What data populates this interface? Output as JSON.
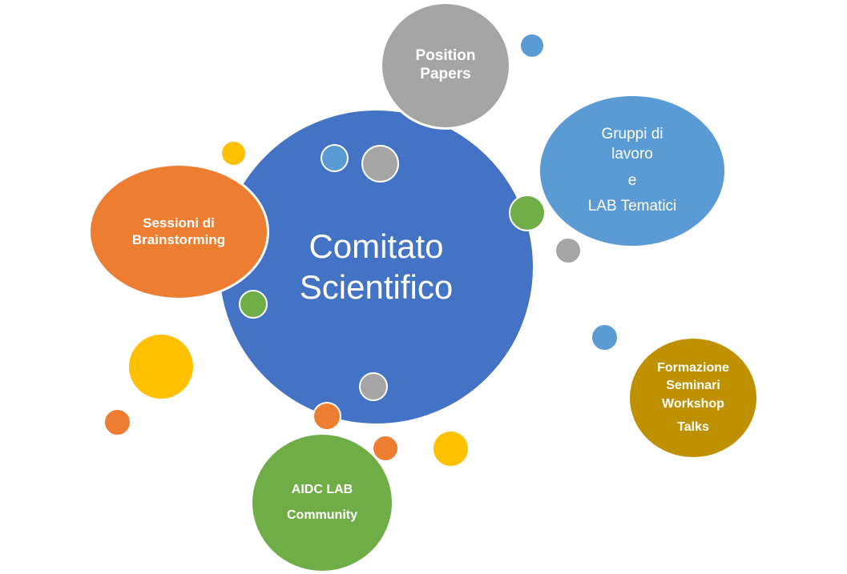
{
  "colors": {
    "main": "#4472C4",
    "gray": "#A5A5A5",
    "light_blue": "#5B9BD5",
    "orange": "#ED7D31",
    "gold": "#BF9000",
    "green": "#70AD47",
    "yellow": "#FFC000"
  },
  "main": {
    "line1": "Comitato",
    "line2": "Scientifico"
  },
  "position_papers": {
    "line1": "Position",
    "line2": "Papers"
  },
  "gruppi": {
    "line1": "Gruppi di",
    "line2": "lavoro",
    "line3": "e",
    "line4": "LAB Tematici"
  },
  "sessioni": {
    "line1": "Sessioni di",
    "line2": "Brainstorming"
  },
  "formazione": {
    "line1": "Formazione",
    "line2": "Seminari",
    "line3": "Workshop",
    "line4": "Talks"
  },
  "aidc": {
    "line1": "AIDC LAB",
    "line2": "Community"
  }
}
